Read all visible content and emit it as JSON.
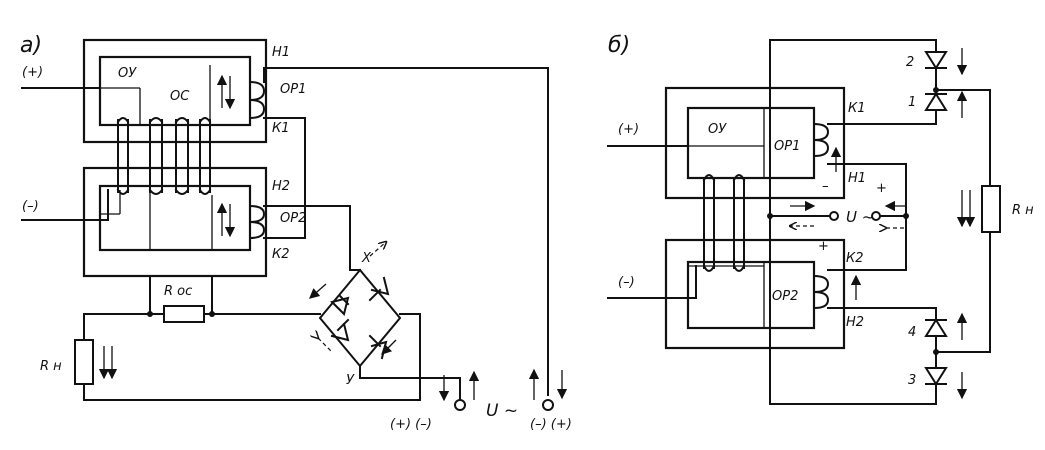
{
  "panel_a": {
    "label": "а)",
    "terminal_plus": "(+)",
    "terminal_minus": "(–)",
    "ou": "ОУ",
    "os": "ОС",
    "n1": "Н1",
    "k1": "К1",
    "or1": "ОР1",
    "n2": "Н2",
    "k2": "К2",
    "or2": "ОР2",
    "r_os": "R ос",
    "r_n": "R н",
    "x": "X",
    "y": "У",
    "u_ac": "U ~",
    "supply_left": "(+) (–)",
    "supply_right": "(–) (+)"
  },
  "panel_b": {
    "label": "б)",
    "terminal_plus": "(+)",
    "terminal_minus": "(–)",
    "ou": "ОУ",
    "or1": "ОР1",
    "or2": "ОР2",
    "k1": "К1",
    "n1": "Н1",
    "k2": "К2",
    "n2": "Н2",
    "plus": "+",
    "minus": "–",
    "u_ac": "U ~",
    "r_n": "R н",
    "d1": "1",
    "d2": "2",
    "d3": "3",
    "d4": "4"
  }
}
